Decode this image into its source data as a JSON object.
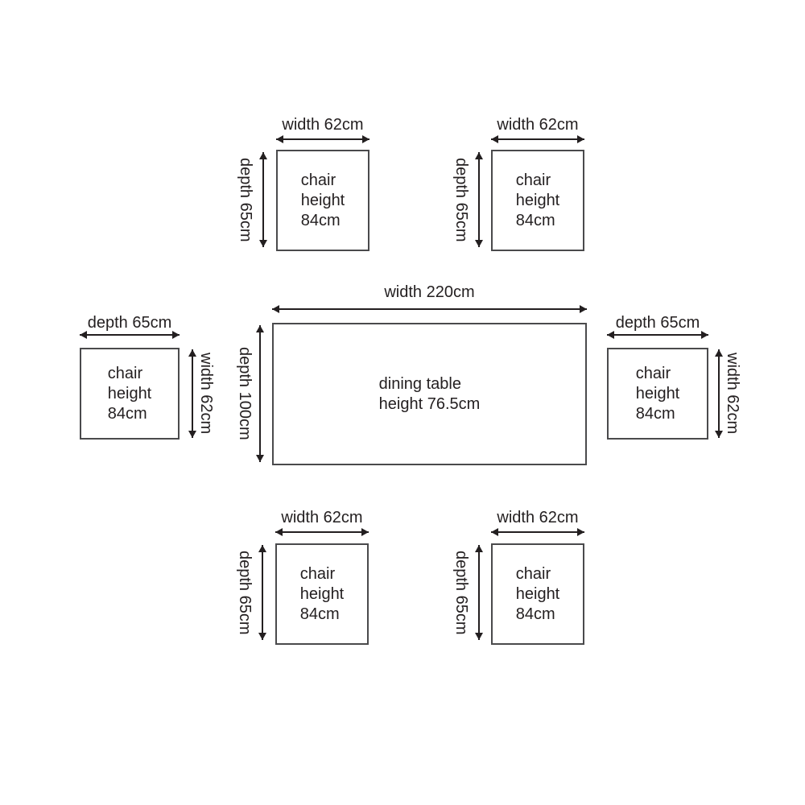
{
  "diagram": {
    "table": {
      "width_label": "width 220cm",
      "depth_label": "depth 100cm",
      "body": [
        "dining table",
        "height 76.5cm"
      ]
    },
    "chairs": [
      {
        "id": "top-left",
        "width_label": "width 62cm",
        "depth_label": "depth 65cm",
        "body": [
          "chair",
          "height",
          "84cm"
        ]
      },
      {
        "id": "top-right",
        "width_label": "width 62cm",
        "depth_label": "depth 65cm",
        "body": [
          "chair",
          "height",
          "84cm"
        ]
      },
      {
        "id": "middle-left",
        "width_label": "width 62cm",
        "depth_label": "depth 65cm",
        "body": [
          "chair",
          "height",
          "84cm"
        ]
      },
      {
        "id": "middle-right",
        "width_label": "width 62cm",
        "depth_label": "depth 65cm",
        "body": [
          "chair",
          "height",
          "84cm"
        ]
      },
      {
        "id": "bottom-left",
        "width_label": "width 62cm",
        "depth_label": "depth 65cm",
        "body": [
          "chair",
          "height",
          "84cm"
        ]
      },
      {
        "id": "bottom-right",
        "width_label": "width 62cm",
        "depth_label": "depth 65cm",
        "body": [
          "chair",
          "height",
          "84cm"
        ]
      }
    ],
    "colors": {
      "background": "#ffffff",
      "box_border": "#4a4a4c",
      "line": "#231f20",
      "text": "#231f20"
    }
  }
}
